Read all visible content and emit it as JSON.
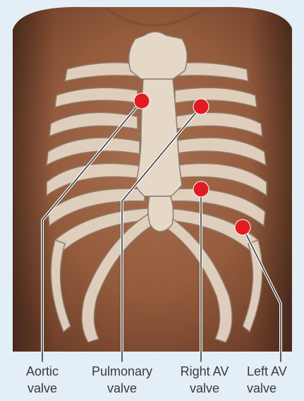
{
  "labels": {
    "aortic": [
      "Aortic",
      "valve"
    ],
    "pulmonary": [
      "Pulmonary",
      "valve"
    ],
    "right_av": [
      "Right AV",
      "valve"
    ],
    "left_av": [
      "Left AV",
      "valve"
    ]
  },
  "colors": {
    "background": "#e3eef6",
    "skin": "#9b6143",
    "bone": "#e6d8c7",
    "marker": "#e11b22",
    "leader": "#3a3a3a"
  }
}
